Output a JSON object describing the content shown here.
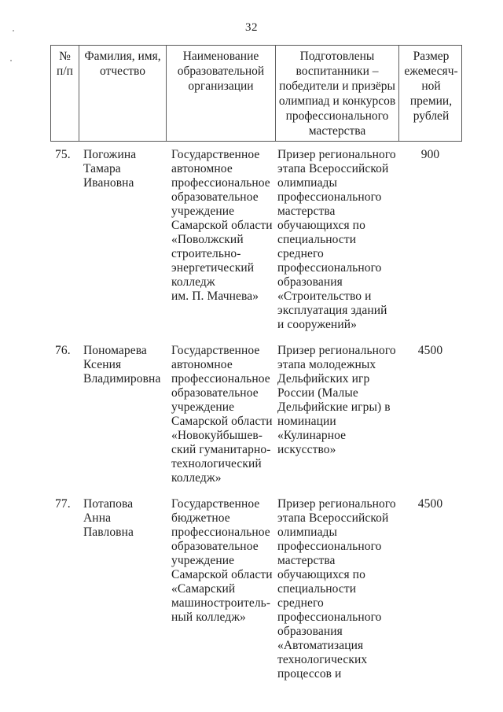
{
  "page": {
    "number": "32"
  },
  "table": {
    "headers": {
      "num": [
        "№",
        "п/п"
      ],
      "name": [
        "Фамилия, имя,",
        "отчество"
      ],
      "org": [
        "Наименование",
        "образовательной",
        "организации"
      ],
      "achievement": [
        "Подготовлены",
        "воспитанники –",
        "победители и призёры",
        "олимпиад и конкурсов",
        "профессионального",
        "мастерства"
      ],
      "premium": [
        "Размер",
        "ежемесяч-",
        "ной",
        "премии,",
        "рублей"
      ]
    },
    "rows": [
      {
        "num": "75.",
        "name": [
          "Погожина",
          "Тамара",
          "Ивановна"
        ],
        "org": [
          "Государственное",
          "автономное",
          "профессиональное",
          "образовательное",
          "учреждение",
          "Самарской области",
          "«Поволжский",
          "строительно-",
          "энергетический",
          "колледж",
          "им. П. Мачнева»"
        ],
        "achievement": [
          "Призер регионального",
          "этапа Всероссийской",
          "олимпиады",
          "профессионального",
          "мастерства",
          "обучающихся по",
          "специальности",
          "среднего",
          "профессионального",
          "образования",
          "«Строительство и",
          "эксплуатация зданий",
          "и сооружений»"
        ],
        "premium": "900"
      },
      {
        "num": "76.",
        "name": [
          "Пономарева",
          "Ксения",
          "Владимировна"
        ],
        "org": [
          "Государственное",
          "автономное",
          "профессиональное",
          "образовательное",
          "учреждение",
          "Самарской области",
          "«Новокуйбышев-",
          "ский гуманитарно-",
          "технологический",
          "колледж»"
        ],
        "achievement": [
          "Призер регионального",
          "этапа  молодежных",
          "Дельфийских игр",
          "России (Малые",
          "Дельфийские игры) в",
          "номинации",
          "«Кулинарное",
          "искусство»"
        ],
        "premium": "4500"
      },
      {
        "num": "77.",
        "name": [
          "Потапова",
          "Анна",
          "Павловна"
        ],
        "org": [
          "Государственное",
          "бюджетное",
          "профессиональное",
          "образовательное",
          "учреждение",
          "Самарской области",
          "«Самарский",
          "машиностроитель-",
          "ный колледж»"
        ],
        "achievement": [
          "Призер регионального",
          "этапа Всероссийской",
          "олимпиады",
          "профессионального",
          "мастерства",
          "обучающихся по",
          "специальности",
          "среднего",
          "профессионального",
          "образования",
          "«Автоматизация",
          "технологических",
          "процессов и"
        ],
        "premium": "4500"
      }
    ]
  }
}
